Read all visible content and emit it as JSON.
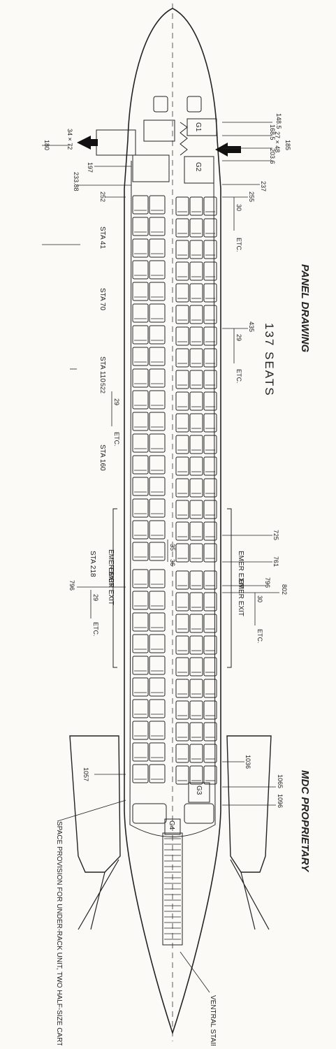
{
  "title": "PANEL DRAWING",
  "seat_count": "137 SEATS",
  "proprietary": "MDC PROPRIETARY",
  "galleys": {
    "g1": "G1",
    "g2": "G2",
    "g3": "G3",
    "g4": "G4"
  },
  "door_size_fwd_left": "34 × 72",
  "door_size_fwd_right": "27 × 48",
  "stations": {
    "s41": "STA 41",
    "s70": "STA 70",
    "s110": "STA 110",
    "s160": "STA 160",
    "s218": "STA 218"
  },
  "emer_exit": "EMER EXIT",
  "etc": "ETC.",
  "pitch": {
    "p30": "30",
    "p29": "29",
    "p35": "35",
    "p36": "36"
  },
  "dims_left": {
    "d180": "180",
    "d197": "197",
    "d233": "233.88",
    "d252": "252",
    "d522": "522",
    "d796": "796",
    "d1057": "1057"
  },
  "dims_right": {
    "d148": "148.5",
    "d168": "168.5",
    "d185": "185",
    "d203": "203.6",
    "d237": "237",
    "d255": "255",
    "d435": "435",
    "d725": "725",
    "d761": "761",
    "d796": "796",
    "d802": "802",
    "d1036": "1036",
    "d1065": "1065",
    "d1096": "1096"
  },
  "notes": {
    "space": "SPACE PROVISION FOR UNDER-RACK UNIT, TWO HALF-SIZE CARTS",
    "stairway": "VENTRAL STAIRWAY"
  }
}
